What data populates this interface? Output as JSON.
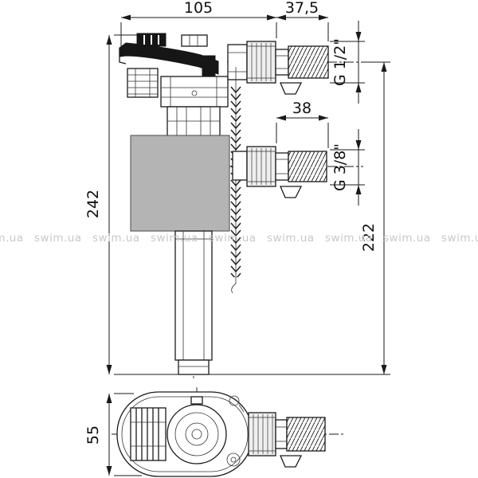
{
  "title": "fill-valve-technical-drawing",
  "watermark": {
    "text": "swim.ua"
  },
  "dims": {
    "d105": "105",
    "d375": "37,5",
    "g12": "G 1/2\"",
    "d38": "38",
    "g38": "G 3/8\"",
    "d242": "242",
    "d222": "222",
    "d55": "55"
  },
  "colors": {
    "line": "#1a1a1a",
    "float_fill": "#b4b4b4",
    "watermark": "#c8c8c8",
    "background": "#ffffff"
  }
}
